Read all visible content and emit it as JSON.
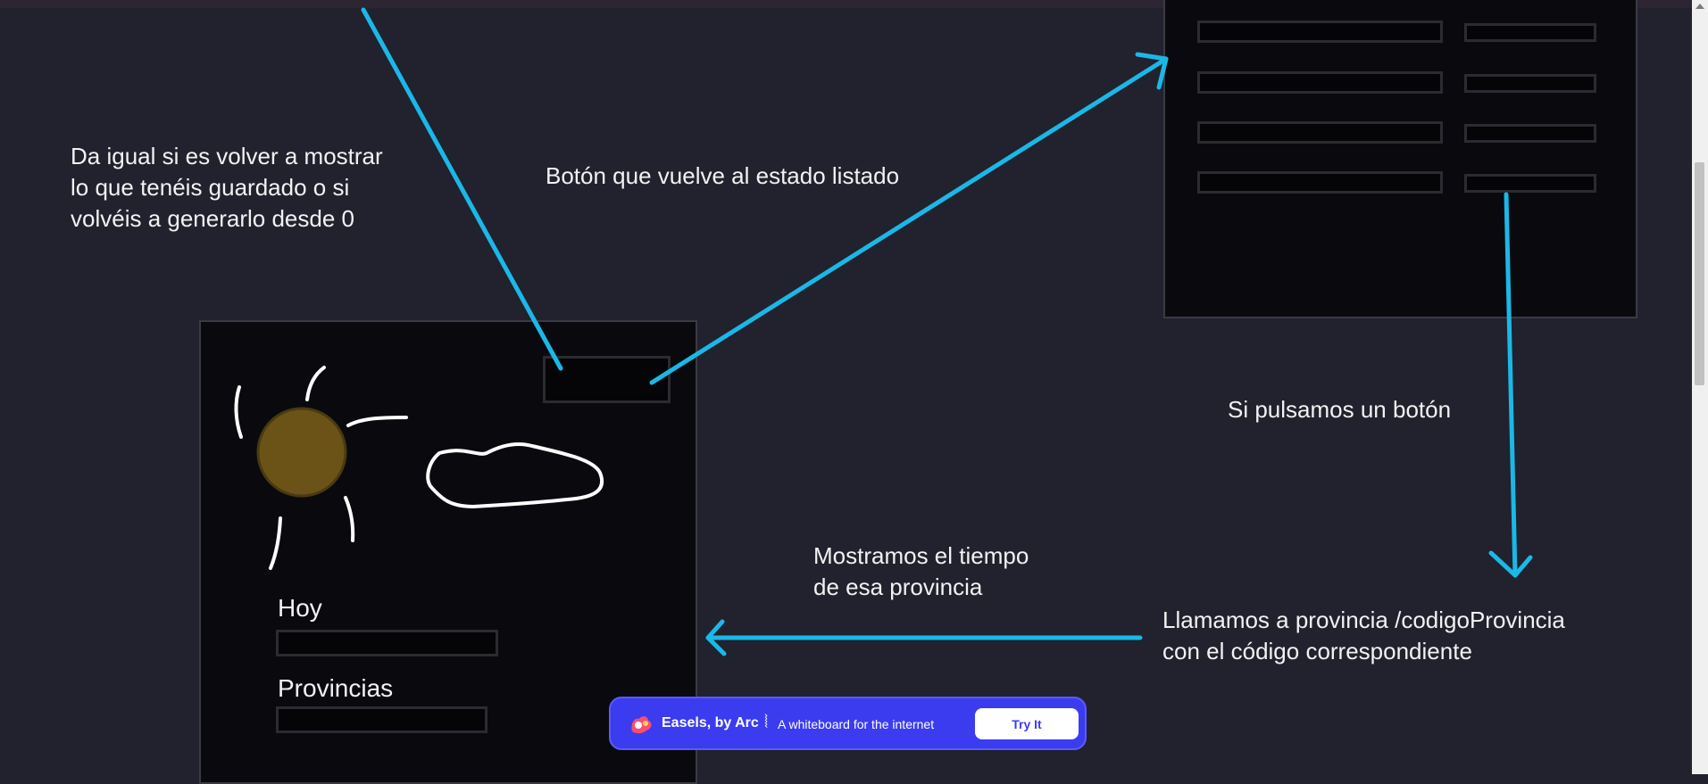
{
  "notes": {
    "regenerate": "Da igual si es volver a mostrar\nlo que tenéis guardado o si\nvolvéis a generarlo desde 0",
    "back_button": "Botón que vuelve al estado listado",
    "press_button": "Si pulsamos un botón",
    "show_weather": "Mostramos el tiempo\nde esa provincia",
    "call_province": "Llamamos a provincia /codigoProvincia\ncon el código correspondiente"
  },
  "weather_card": {
    "today_label": "Hoy",
    "provinces_label": "Provincias"
  },
  "banner": {
    "title": "Easels, by Arc",
    "separator": "⦚",
    "subtitle": "A whiteboard for the internet",
    "cta": "Try It"
  },
  "colors": {
    "background": "#22212e",
    "arrow": "#1ab8e6",
    "sun": "#6b5318",
    "banner": "#3b3cf0"
  },
  "icons": [
    "sun-icon",
    "cloud-icon",
    "easels-logo-icon"
  ]
}
